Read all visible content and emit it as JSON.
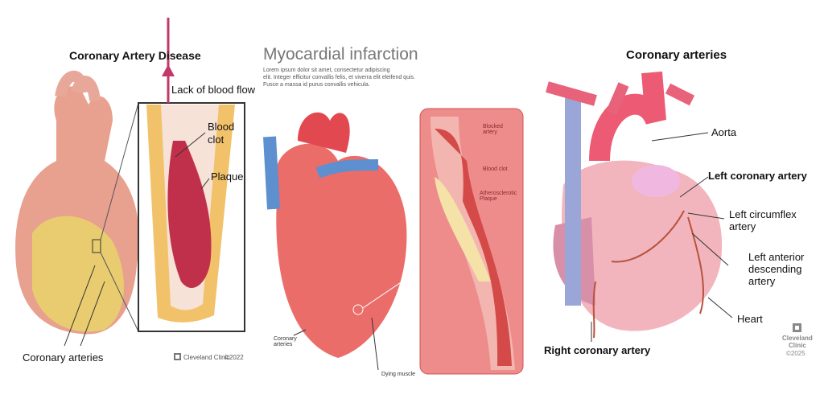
{
  "panel1": {
    "title": "Coronary Artery Disease",
    "labels": {
      "flow": "Lack of blood flow",
      "clot": "Blood\nclot",
      "plaque": "Plaque",
      "arteries": "Coronary arteries"
    },
    "credit": "Cleveland Clinic",
    "year": "©2022"
  },
  "panel2": {
    "title": "Myocardial infarction",
    "body": [
      "Lorem ipsum dolor sit amet, consectetur adipiscing",
      "elit. Integer efficitur convallis felis, et viverra elit eleifend quis.",
      "Fusce a massa id purus convallis vehicula."
    ],
    "labels": {
      "blocked": "Blocked\nartery",
      "clot": "Blood clot",
      "plaque": "Atherosclerotic\nPlaque",
      "arteries": "Coronary\narteries",
      "dying": "Dying muscle"
    }
  },
  "panel3": {
    "title": "Coronary arteries",
    "labels": {
      "aorta": "Aorta",
      "lca": "Left coronary artery",
      "lcx": "Left circumflex\nartery",
      "lad": "Left anterior\ndescending\nartery",
      "heart": "Heart",
      "rca": "Right coronary artery"
    },
    "credit": [
      "Cleveland",
      "Clinic",
      "©2025"
    ]
  }
}
